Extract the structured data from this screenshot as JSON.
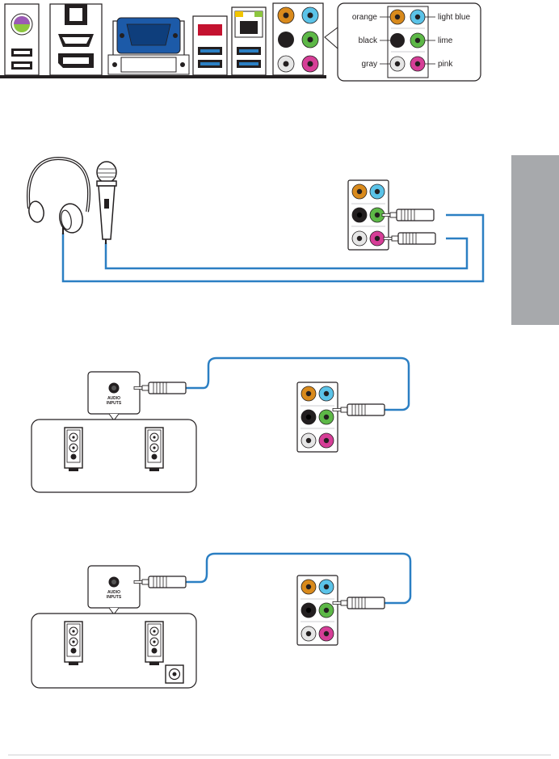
{
  "legend": {
    "orange": "orange",
    "light_blue": "light blue",
    "black": "black",
    "lime": "lime",
    "gray": "gray",
    "pink": "pink"
  },
  "speaker_panel_2ch": {
    "jack_label_line1": "AUDIO",
    "jack_label_line2": "INPUTS"
  },
  "speaker_panel_2_1ch": {
    "jack_label_line1": "AUDIO",
    "jack_label_line2": "INPUTS"
  },
  "colors": {
    "orange": "#d98a1c",
    "light_blue": "#5bc3e8",
    "black": "#231f20",
    "lime": "#5db847",
    "gray": "#e6e6e6",
    "pink": "#d63e97",
    "cable": "#2b7fc3",
    "side_tab": "#a7a9ac"
  }
}
